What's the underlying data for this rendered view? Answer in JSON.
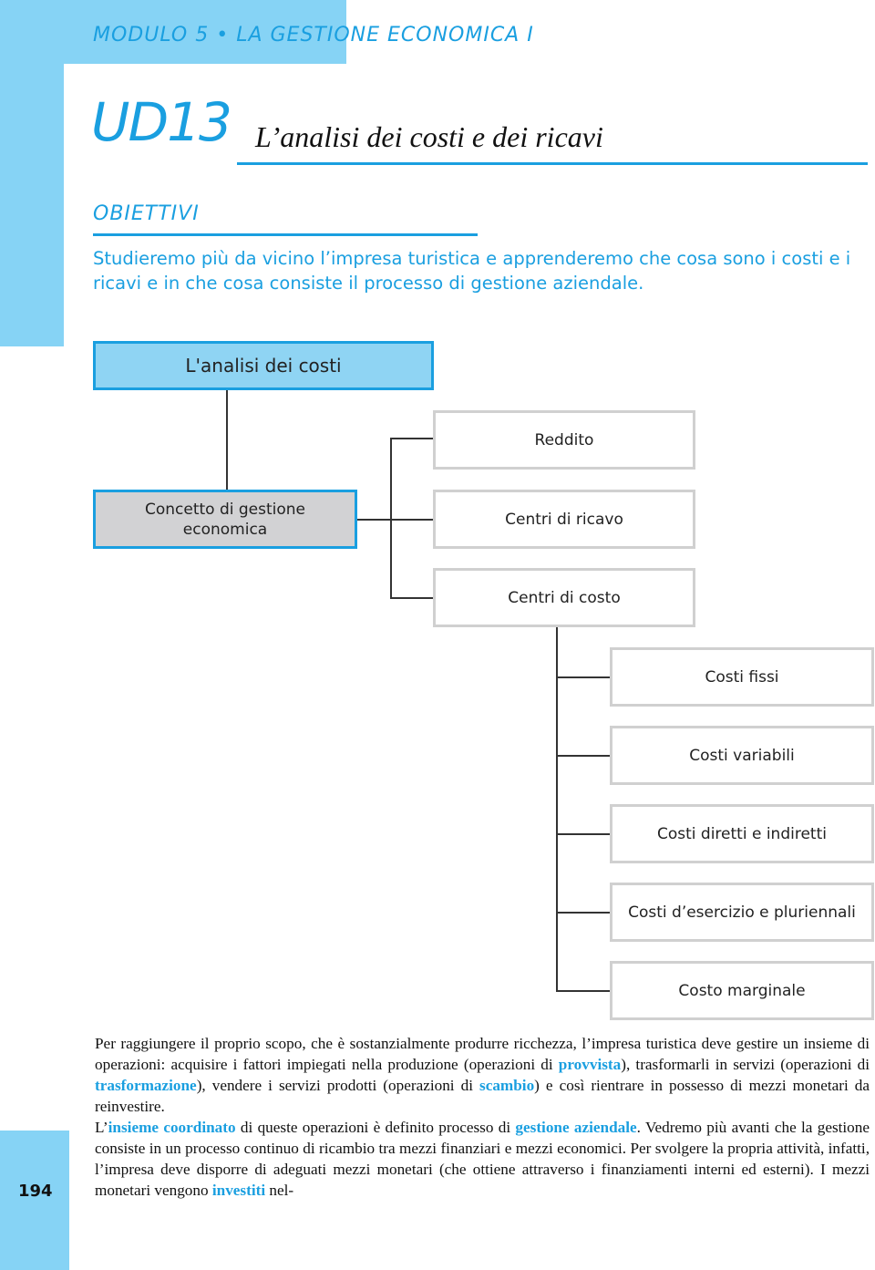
{
  "header": {
    "module": "MODULO 5 • LA GESTIONE ECONOMICA I",
    "unit_code": "UD13",
    "unit_title": "L’analisi dei costi e dei ricavi"
  },
  "objectives": {
    "heading": "OBIETTIVI",
    "text": "Studieremo più da vicino l’impresa turistica e apprenderemo che cosa sono i costi e i ricavi e in che cosa consiste il processo di gestione aziendale."
  },
  "diagram": {
    "root": "L'analisi dei costi",
    "concept": "Concetto di gestione economica",
    "branches": [
      "Reddito",
      "Centri di ricavo",
      "Centri di costo"
    ],
    "cost_types": [
      "Costi fissi",
      "Costi variabili",
      "Costi diretti e indiretti",
      "Costi d’esercizio e pluriennali",
      "Costo marginale"
    ]
  },
  "body": {
    "p1_a": "Per raggiungere il proprio scopo, che è sostanzialmente produrre ricchezza, l’impresa turistica deve gestire un insieme di operazioni: acquisire i fattori impiegati nella produzione (operazioni di ",
    "kw_provvista": "provvista",
    "p1_b": "), trasformarli in servizi (operazioni di ",
    "kw_trasformazione": "trasformazione",
    "p1_c": "), vendere i servizi prodotti (operazioni di ",
    "kw_scambio": "scambio",
    "p1_d": ") e così rientrare in possesso di mezzi monetari da reinvestire.",
    "p2_a": "L’",
    "kw_insieme": "insieme coordinato",
    "p2_b": " di queste operazioni è definito processo di ",
    "kw_gestione": "gestione aziendale",
    "p2_c": ". Vedremo più avanti che la gestione consiste in un processo continuo di ricambio tra mezzi finanziari e mezzi economici. Per svolgere la propria attività, infatti, l’impresa deve disporre di adeguati mezzi monetari (che ottiene attraverso i finanziamenti interni ed esterni). I mezzi monetari vengono ",
    "kw_investiti": "investiti",
    "p2_d": " nel-"
  },
  "page_number": "194"
}
